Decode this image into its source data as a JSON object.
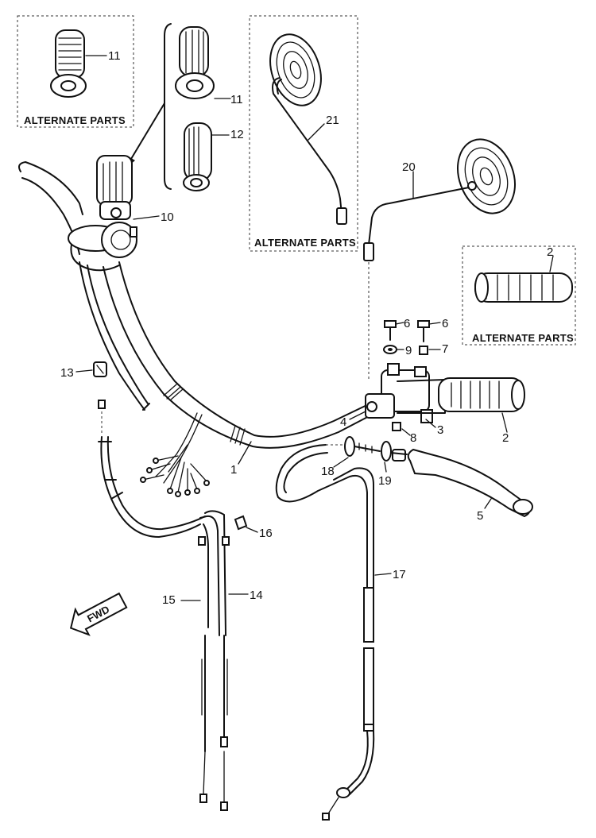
{
  "alternate_label": "ALTERNATE PARTS",
  "fwd_label": "FWD",
  "callouts": {
    "c1": "1",
    "c2a": "2",
    "c2b": "2",
    "c3": "3",
    "c4": "4",
    "c5": "5",
    "c6a": "6",
    "c6b": "6",
    "c7": "7",
    "c8": "8",
    "c9": "9",
    "c10": "10",
    "c11a": "11",
    "c11b": "11",
    "c12": "12",
    "c13": "13",
    "c14": "14",
    "c15": "15",
    "c16": "16",
    "c17": "17",
    "c18": "18",
    "c19": "19",
    "c20": "20",
    "c21": "21"
  }
}
